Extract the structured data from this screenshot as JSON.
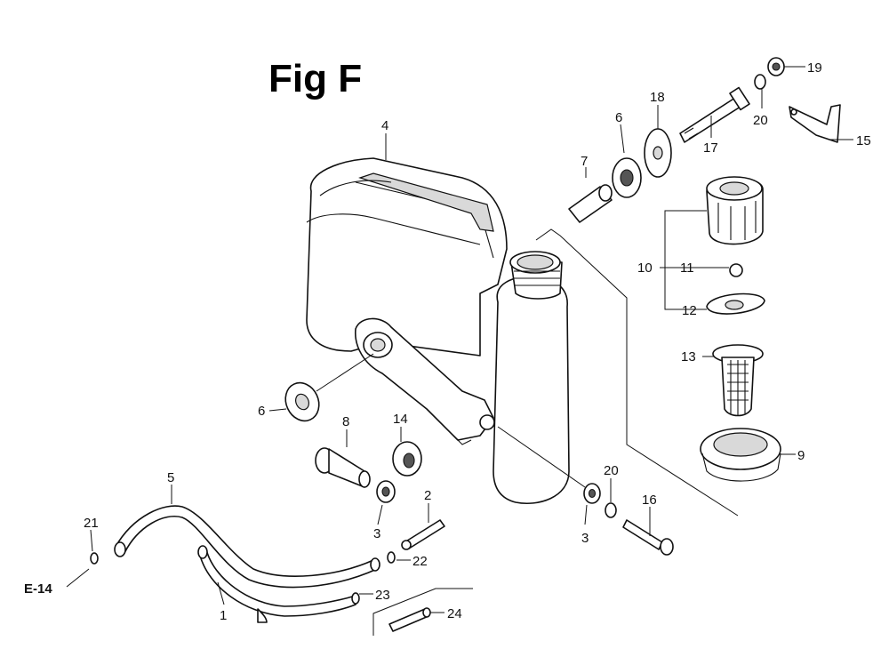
{
  "figure": {
    "title": "Fig F",
    "reference_label": "E-14"
  },
  "callouts": {
    "c1": "1",
    "c2": "2",
    "c3a": "3",
    "c3b": "3",
    "c4": "4",
    "c5": "5",
    "c6a": "6",
    "c6b": "6",
    "c7": "7",
    "c8": "8",
    "c9": "9",
    "c10": "10",
    "c11": "11",
    "c12": "12",
    "c13": "13",
    "c14": "14",
    "c15": "15",
    "c16": "16",
    "c17": "17",
    "c18": "18",
    "c19": "19",
    "c20a": "20",
    "c20b": "20",
    "c21": "21",
    "c22": "22",
    "c23": "23",
    "c24": "24"
  }
}
